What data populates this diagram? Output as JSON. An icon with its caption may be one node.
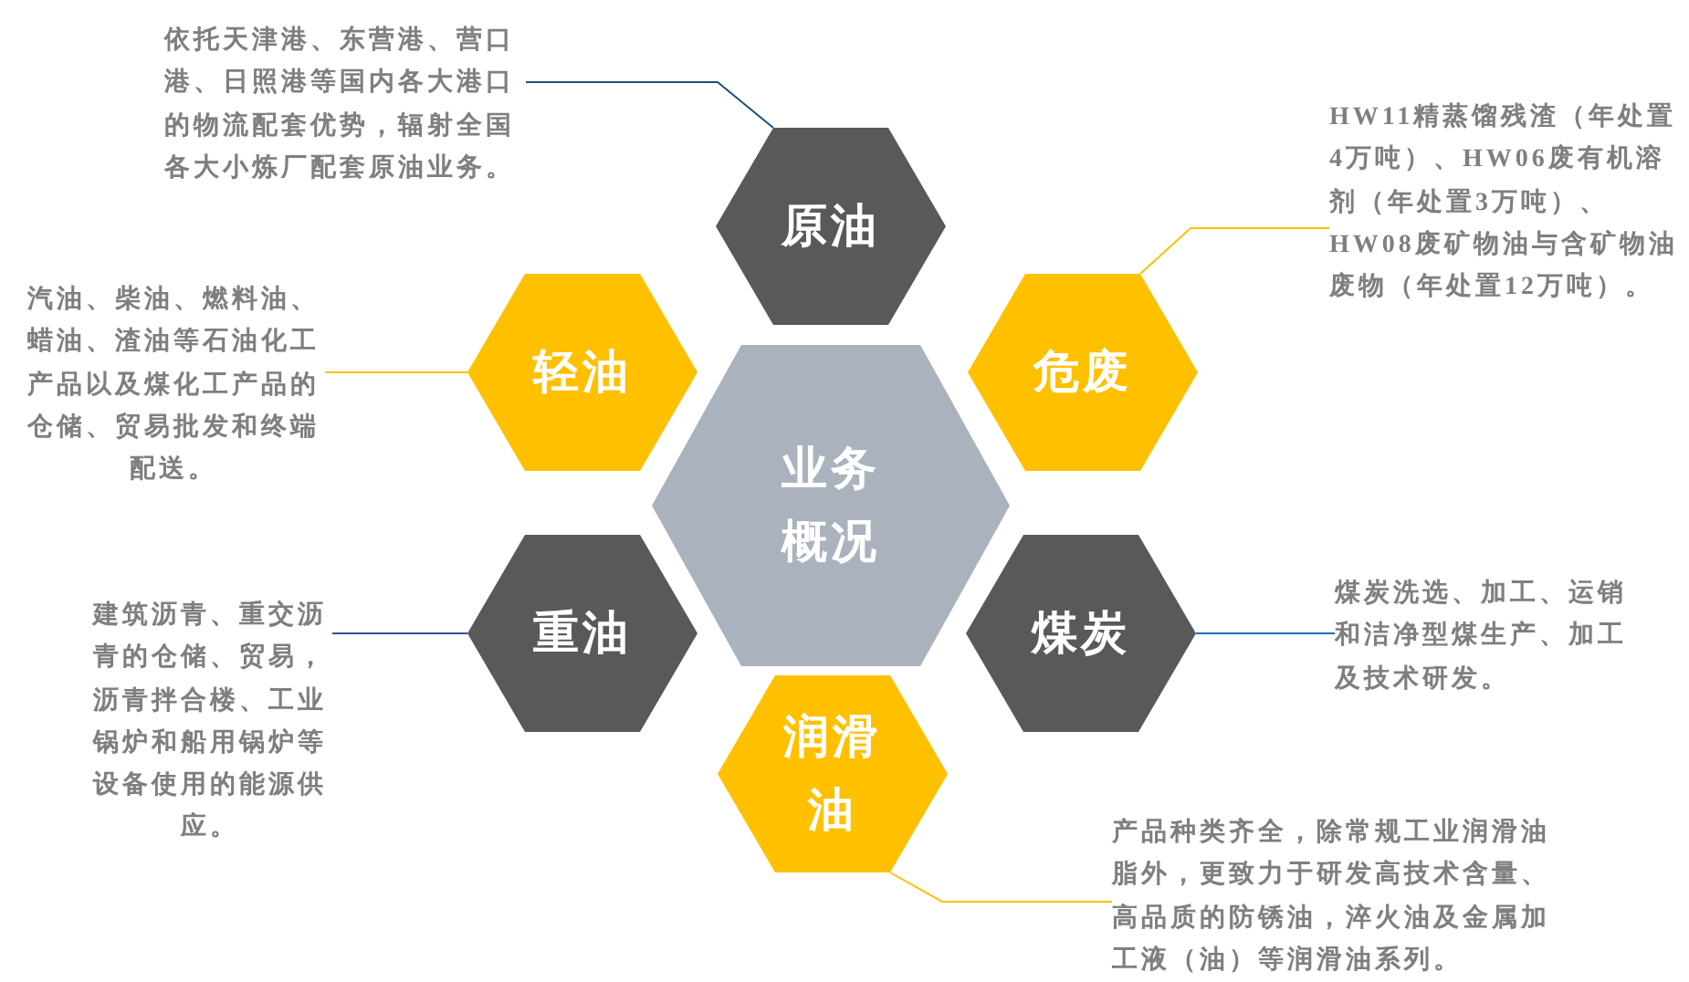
{
  "diagram": {
    "nodes": [
      {
        "text": [
          "业务概况"
        ]
      },
      {
        "text": [
          "原油"
        ]
      },
      {
        "text": [
          "危废"
        ]
      },
      {
        "text": [
          "煤炭"
        ]
      },
      {
        "text": [
          "润滑油"
        ]
      },
      {
        "text": [
          "重油"
        ]
      },
      {
        "text": [
          "轻油"
        ]
      },
      {
        "text": [
          "依托天津港、东营港、营口港、日照港等国内各大港口的物流配套优势，辐射全国各大小炼厂配套原油业务。"
        ]
      },
      {
        "text": [
          "HW11精蒸馏残渣（年处置4万吨）、HW06废有机溶剂（年处置3万吨）、HW08废矿物油与含矿物油废物（年处置12万吨）。"
        ]
      },
      {
        "text": [
          "煤炭洗选、加工、运销和洁净型煤生产、加工及技术研发。"
        ]
      },
      {
        "text": [
          "产品种类齐全，除常规工业润滑油脂外，更致力于研发高技术含量、高品质的防锈油，淬火油及金属加工液（油）等润滑油系列。"
        ]
      },
      {
        "text": [
          "建筑沥青、重交沥青的仓储、贸易，沥青拌合楼、工业锅炉和船用锅炉等设备使用的能源供应。"
        ]
      },
      {
        "text": [
          "汽油、柴油、燃料油、蜡油、渣油等石油化工产品以及煤化工产品的仓储、贸易批发和终端配送。"
        ]
      }
    ],
    "edges": [
      {
        "from": 7,
        "to": 1,
        "arrow": "none",
        "color": "#1f4e79"
      },
      {
        "from": 8,
        "to": 2,
        "arrow": "none",
        "color": "#ffc000"
      },
      {
        "from": 9,
        "to": 3,
        "arrow": "none",
        "color": "#0070c0"
      },
      {
        "from": 10,
        "to": 4,
        "arrow": "none",
        "color": "#ffc000"
      },
      {
        "from": 11,
        "to": 5,
        "arrow": "none",
        "color": "#2e5597"
      },
      {
        "from": 12,
        "to": 6,
        "arrow": "none",
        "color": "#ffc000"
      }
    ]
  }
}
